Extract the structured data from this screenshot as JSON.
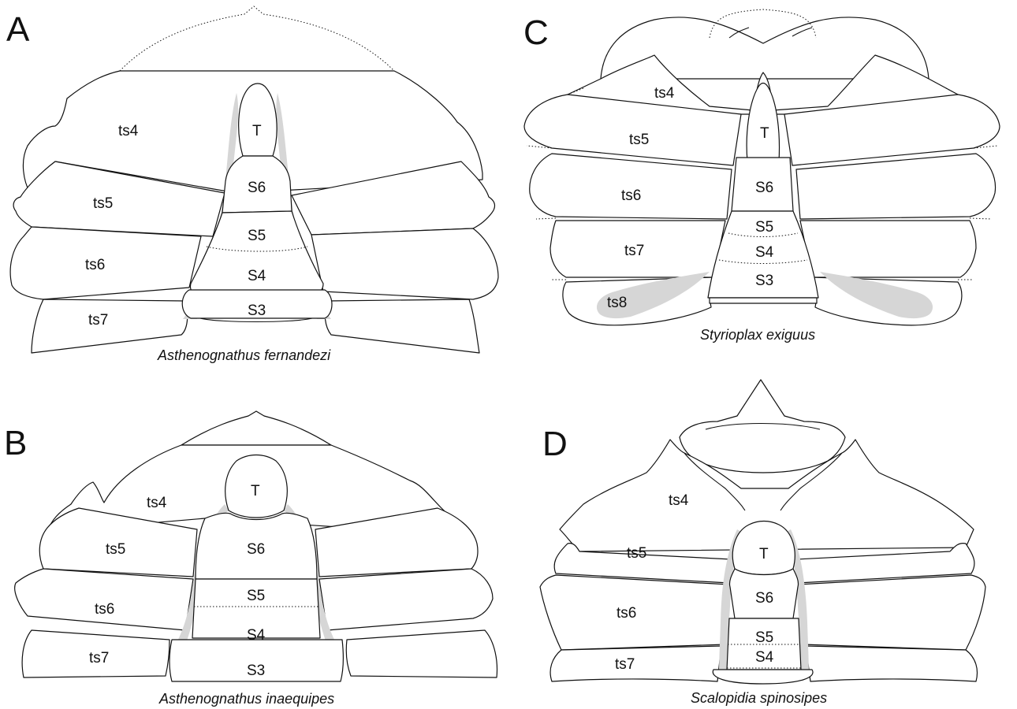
{
  "panels": {
    "A": {
      "letter": "A",
      "caption": "Asthenognathus fernandezi",
      "labels": {
        "ts4": "ts4",
        "ts5": "ts5",
        "ts6": "ts6",
        "ts7": "ts7",
        "T": "T",
        "S6": "S6",
        "S5": "S5",
        "S4": "S4",
        "S3": "S3"
      }
    },
    "B": {
      "letter": "B",
      "caption": "Asthenognathus inaequipes",
      "labels": {
        "ts4": "ts4",
        "ts5": "ts5",
        "ts6": "ts6",
        "ts7": "ts7",
        "T": "T",
        "S6": "S6",
        "S5": "S5",
        "S4": "S4",
        "S3": "S3"
      }
    },
    "C": {
      "letter": "C",
      "caption": "Styrioplax exiguus",
      "labels": {
        "ts4": "ts4",
        "ts5": "ts5",
        "ts6": "ts6",
        "ts7": "ts7",
        "ts8": "ts8",
        "T": "T",
        "S6": "S6",
        "S5": "S5",
        "S4": "S4",
        "S3": "S3"
      }
    },
    "D": {
      "letter": "D",
      "caption": "Scalopidia spinosipes",
      "labels": {
        "ts4": "ts4",
        "ts5": "ts5",
        "ts6": "ts6",
        "ts7": "ts7",
        "T": "T",
        "S6": "S6",
        "S5": "S5",
        "S4": "S4"
      }
    }
  }
}
